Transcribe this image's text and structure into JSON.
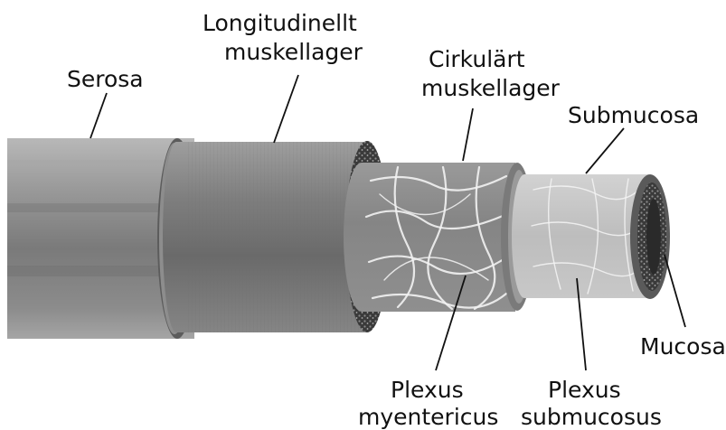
{
  "labels": {
    "serosa": "Serosa",
    "longitudinal_line1": "Longitudinellt",
    "longitudinal_line2": "muskellager",
    "circular_line1": "Cirkulärt",
    "circular_line2": "muskellager",
    "submucosa": "Submucosa",
    "mucosa": "Mucosa",
    "plexus_myentericus_line1": "Plexus",
    "plexus_myentericus_line2": "myentericus",
    "plexus_submucosus_line1": "Plexus",
    "plexus_submucosus_line2": "submucosus"
  },
  "colors": {
    "text": "#111111",
    "background": "#ffffff"
  }
}
